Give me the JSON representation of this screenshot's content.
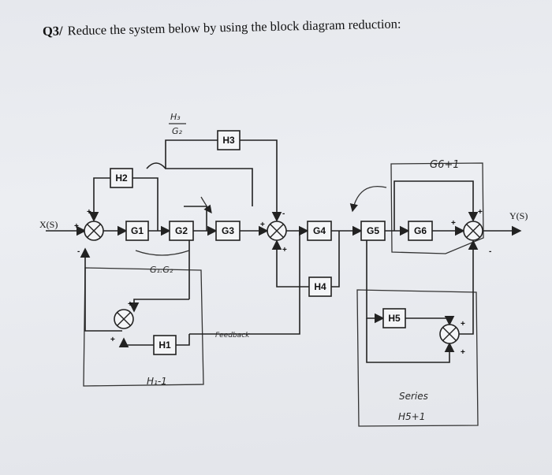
{
  "question": {
    "number": "Q3/",
    "text": "Reduce the system below by using the block diagram reduction:"
  },
  "signals": {
    "input": "X(S)",
    "output": "Y(S)"
  },
  "blocks": {
    "H2": "H2",
    "G1": "G1",
    "G2": "G2",
    "H3": "H3",
    "G3": "G3",
    "G4": "G4",
    "H4": "H4",
    "G5": "G5",
    "G6": "G6",
    "H5": "H5",
    "H1": "H1"
  },
  "signs": {
    "s1_top": "+",
    "s1_left": "+",
    "s1_bottom": "-",
    "s2_top": "+",
    "s2_left": "+",
    "s3_left": "+",
    "s3_top": "-",
    "s3_bottom": "+",
    "s4_left": "+",
    "s4_top": "+",
    "s4_right": "-",
    "s5_top": "+",
    "s5_bottom": "+"
  },
  "handwritten": {
    "h3_over_g2_num": "H₃",
    "h3_over_g2_den": "G₂",
    "g1g2": "G₁.G₂",
    "h1_minus_1": "H₁-1",
    "g6_plus_1": "G6+1",
    "feedback": "Feedback",
    "series": "Series",
    "h5_plus_1": "H5+1"
  }
}
